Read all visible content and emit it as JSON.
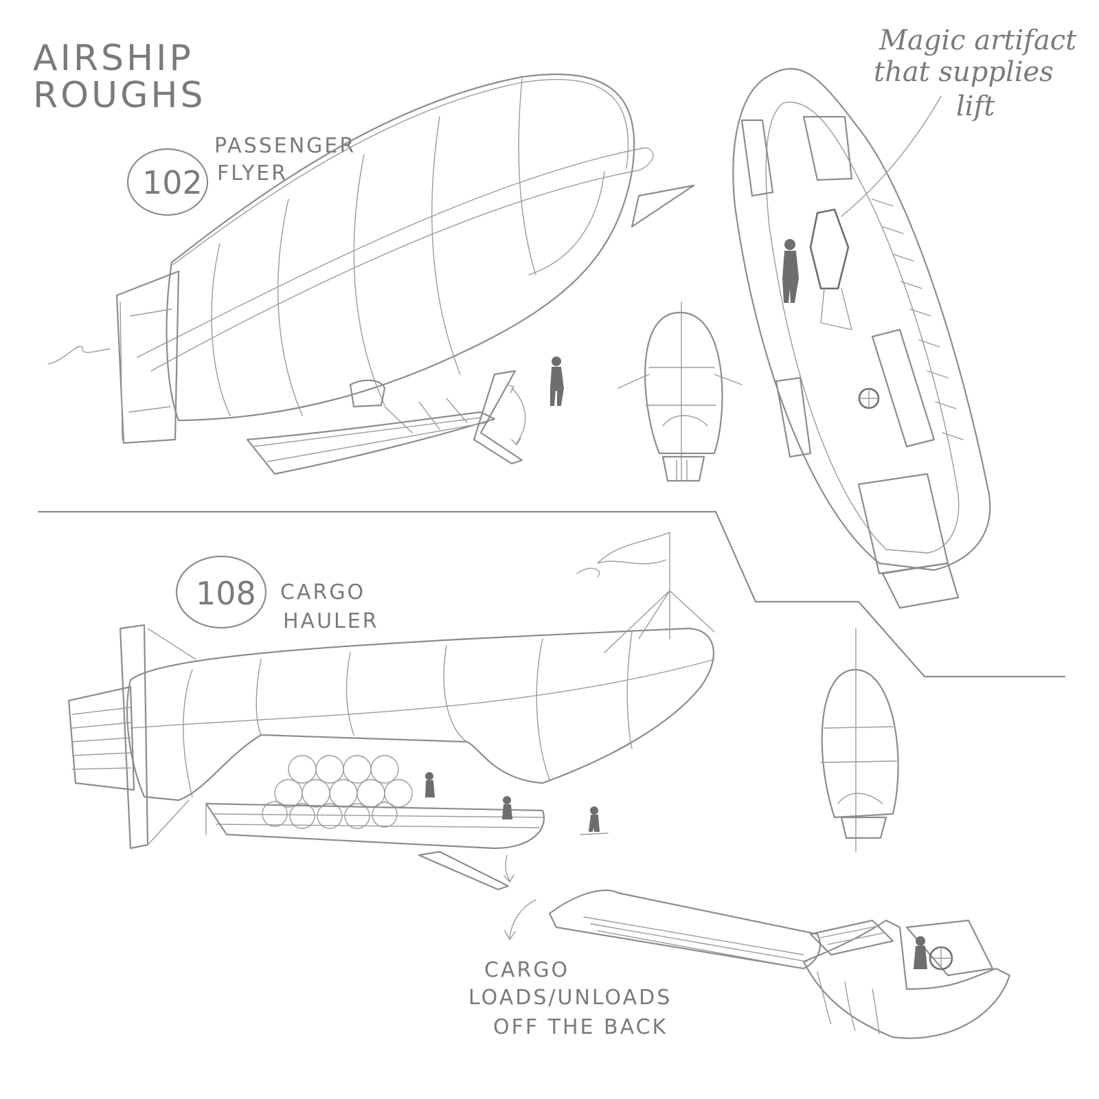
{
  "sheet_title": {
    "line1": "AIRSHIP",
    "line2": "ROUGHS"
  },
  "design_102": {
    "number": "102",
    "name_line1": "PASSENGER",
    "name_line2": "FLYER"
  },
  "design_108": {
    "number": "108",
    "name_line1": "CARGO",
    "name_line2": "HAULER"
  },
  "note_artifact": {
    "line1": "Magic artifact",
    "line2": "that supplies",
    "line3": "lift"
  },
  "note_cargo": {
    "line1": "CARGO",
    "line2": "LOADS/UNLOADS",
    "line3": "OFF THE BACK"
  }
}
